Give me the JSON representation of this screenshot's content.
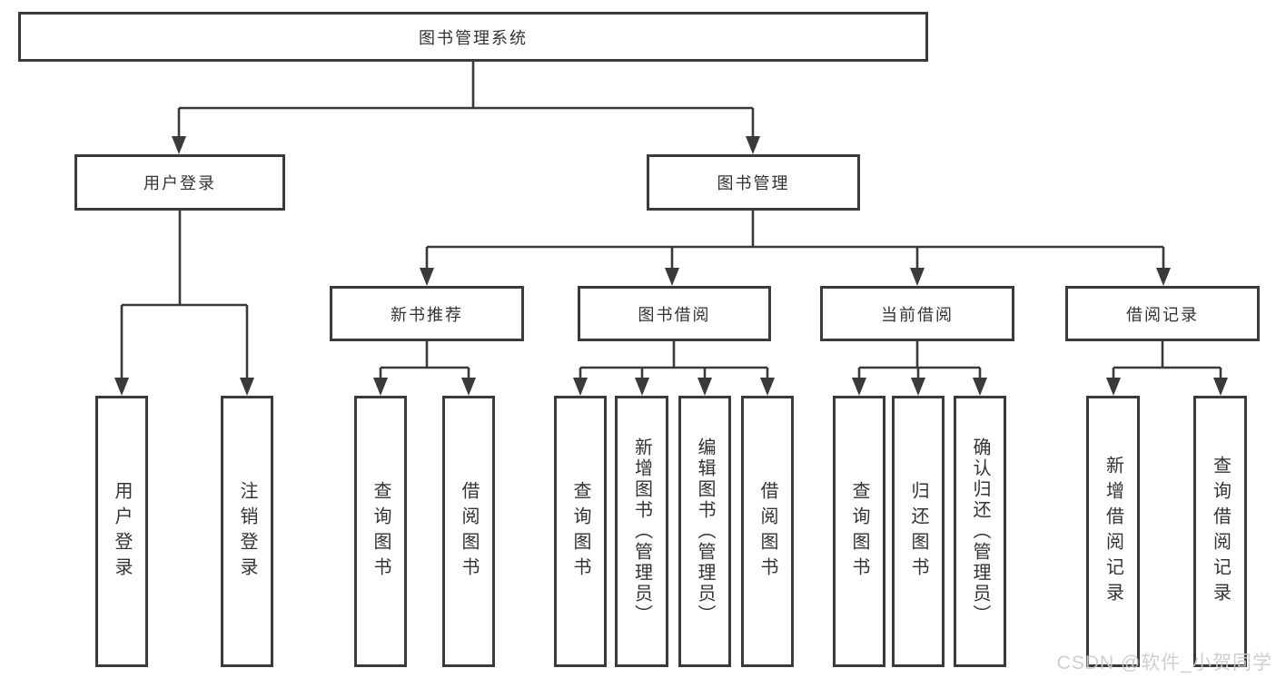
{
  "tree": {
    "label": "图书管理系统",
    "children": [
      {
        "label": "用户登录",
        "children": [
          {
            "label": "用户登录"
          },
          {
            "label": "注销登录"
          }
        ]
      },
      {
        "label": "图书管理",
        "children": [
          {
            "label": "新书推荐",
            "children": [
              {
                "label": "查询图书"
              },
              {
                "label": "借阅图书"
              }
            ]
          },
          {
            "label": "图书借阅",
            "children": [
              {
                "label": "查询图书"
              },
              {
                "label": "新增图书（管理员）"
              },
              {
                "label": "编辑图书（管理员）"
              },
              {
                "label": "借阅图书"
              }
            ]
          },
          {
            "label": "当前借阅",
            "children": [
              {
                "label": "查询图书"
              },
              {
                "label": "归还图书"
              },
              {
                "label": "确认归还（管理员）"
              }
            ]
          },
          {
            "label": "借阅记录",
            "children": [
              {
                "label": "新增借阅记录"
              },
              {
                "label": "查询借阅记录"
              }
            ]
          }
        ]
      }
    ]
  },
  "watermark": {
    "text": "CSDN @软件_小贺同学"
  },
  "colors": {
    "line": "#3a3a3a",
    "box_border": "#3a3a3a",
    "box_bg": "#ffffff",
    "text": "#333333",
    "watermark": "#cbcbcb"
  }
}
